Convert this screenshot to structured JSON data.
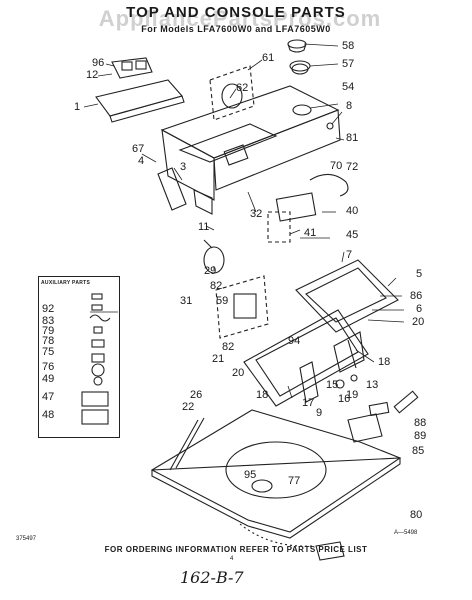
{
  "header": {
    "watermark": "AppliancePartsPros.com",
    "title": "TOP AND CONSOLE PARTS",
    "subtitle": "For Models LFA7600W0 and LFA7605W0"
  },
  "auxiliary": {
    "title": "AUXILIARY PARTS"
  },
  "callouts": [
    "96",
    "12",
    "1",
    "58",
    "57",
    "61",
    "62",
    "54",
    "8",
    "81",
    "67",
    "4",
    "3",
    "70",
    "72",
    "40",
    "32",
    "41",
    "45",
    "11",
    "29",
    "82",
    "31",
    "59",
    "7",
    "5",
    "86",
    "6",
    "20",
    "94",
    "82",
    "21",
    "18",
    "20",
    "15",
    "13",
    "19",
    "18",
    "9",
    "16",
    "17",
    "26",
    "22",
    "95",
    "77",
    "88",
    "89",
    "85",
    "80",
    "92",
    "83",
    "79",
    "78",
    "75",
    "76",
    "49",
    "47",
    "48"
  ],
  "footer": {
    "ordering": "FOR ORDERING INFORMATION REFER TO PARTS PRICE LIST",
    "code_left": "375497",
    "code_right": "A—5498",
    "page_number": "4",
    "handwritten": "162-B-7"
  }
}
